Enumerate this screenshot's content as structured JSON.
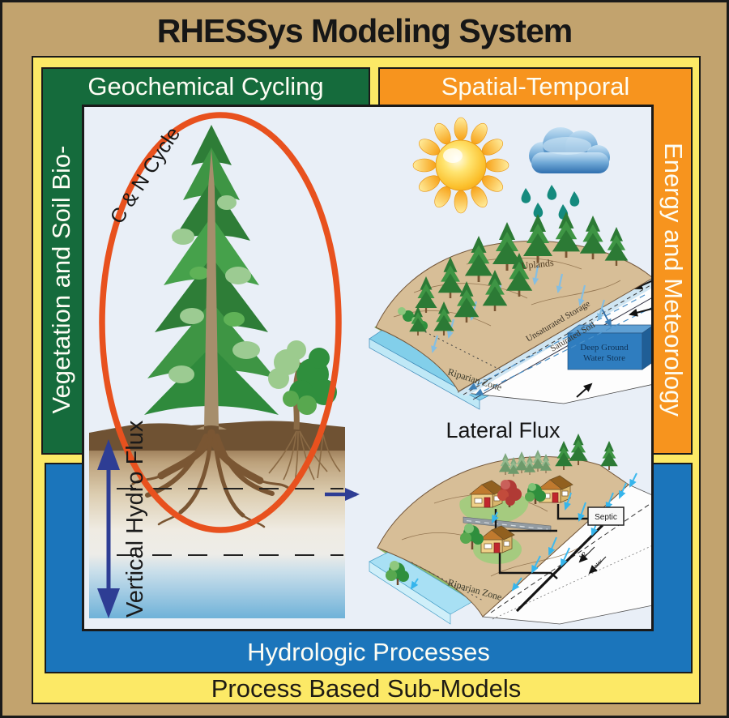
{
  "title": "RHESSys Modeling System",
  "banners": {
    "top_left": "Geochemical Cycling",
    "top_right": "Spatial-Temporal",
    "left_vertical": "Vegetation and Soil Bio-",
    "right_vertical": "Energy and Meteorology",
    "bottom": "Hydrologic Processes",
    "outer_bottom": "Process Based Sub-Models"
  },
  "diagram": {
    "cn_cycle": "C & N Cycle",
    "vertical_flux": "Vertical Hydro Flux",
    "lateral_flux": "Lateral Flux",
    "upper_hillslope": {
      "uplands": "Uplands",
      "unsaturated_storage": "Unsaturated Storage",
      "saturated_soil": "Saturated Soil",
      "riparian_zone": "Riparian Zone",
      "deep_ground_line1": "Deep Ground",
      "deep_ground_line2": "Water Store"
    },
    "lower_hillslope": {
      "septic": "Septic",
      "label_n2": "N2",
      "label_water": "water",
      "riparian_zone": "Riparian Zone"
    },
    "icons": {
      "sun": "sun-icon",
      "rain_cloud": "rain-cloud-icon"
    }
  },
  "colors": {
    "tan_background": "#C2A36E",
    "yellow_frame": "#FCE966",
    "green_panel": "#156B3C",
    "orange_panel": "#F7941E",
    "blue_panel": "#1B75BB",
    "diagram_background": "#E9EFF7",
    "cycle_ellipse": "#E8511E",
    "flux_arrow": "#2E3D94",
    "lateral_water_arrow": "#3FB9EE"
  }
}
